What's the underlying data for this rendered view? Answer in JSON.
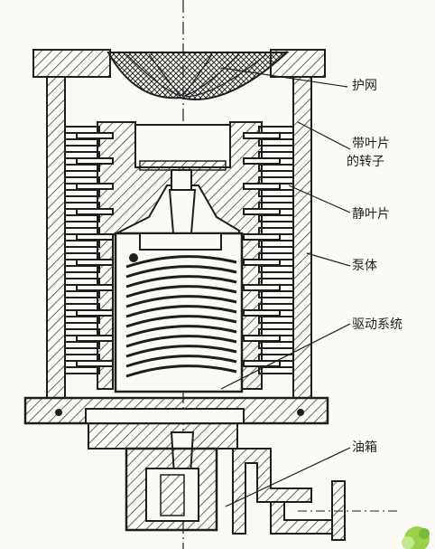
{
  "labels": {
    "guard_net": "护网",
    "rotor_line1": "带叶片",
    "rotor_line2": "的转子",
    "stator_blade": "静叶片",
    "pump_body": "泵体",
    "drive_system": "驱动系统",
    "oil_tank": "油箱"
  },
  "colors": {
    "ink": "#1e1e1e",
    "paper": "#fbfaf6",
    "flower": "#9ad04a"
  }
}
